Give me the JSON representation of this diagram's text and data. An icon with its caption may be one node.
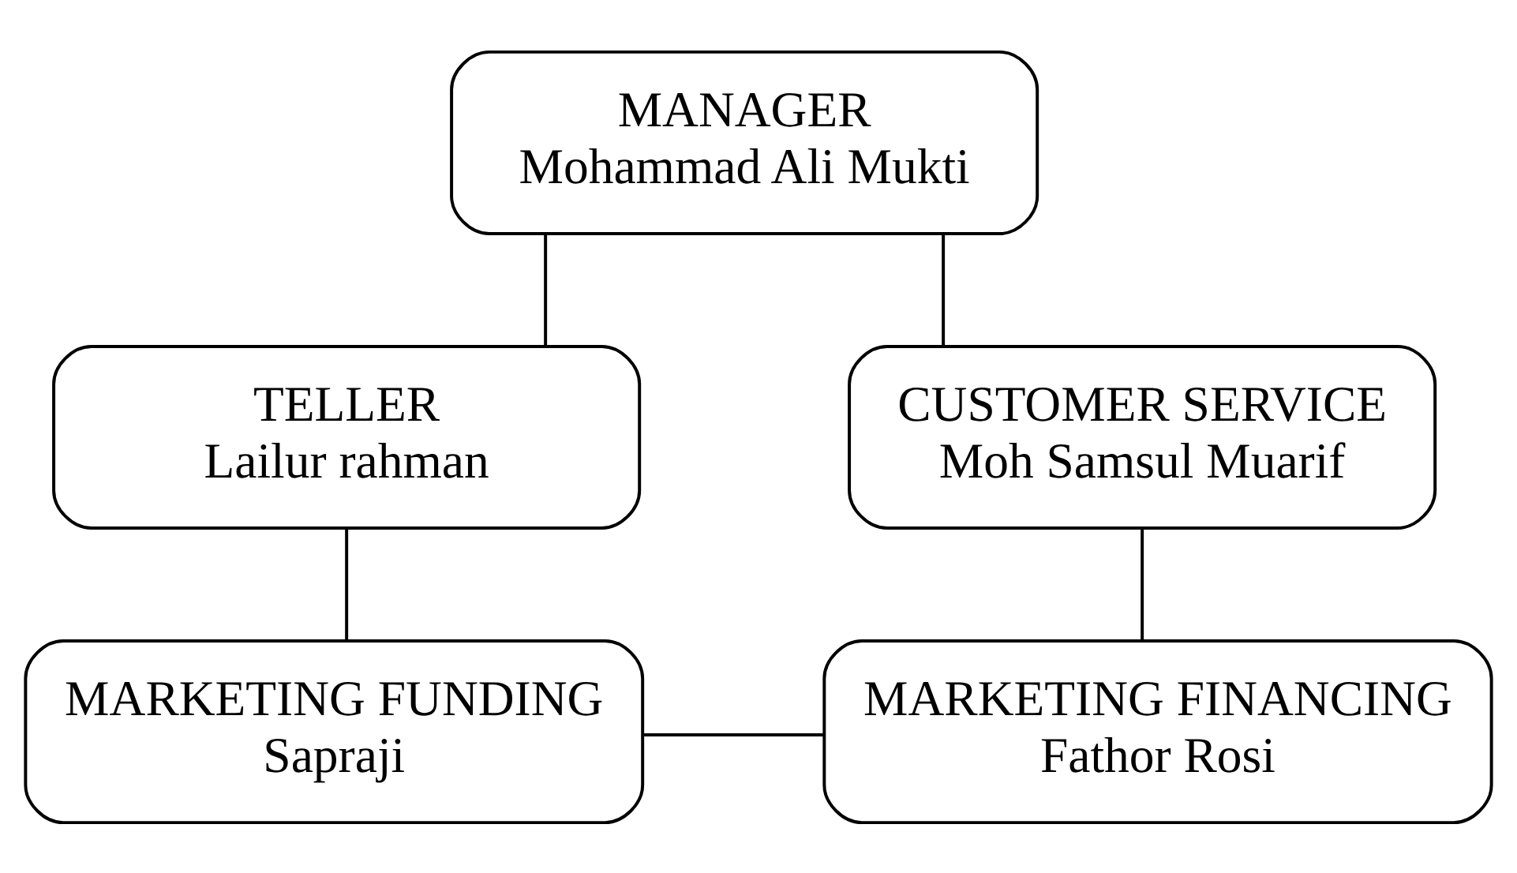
{
  "diagram": {
    "nodes": [
      {
        "text": [
          "MANAGER Mohammad Ali Mukti"
        ]
      },
      {
        "text": [
          "TELLER Lailur rahman"
        ]
      },
      {
        "text": [
          "CUSTOMER SERVICE Moh Samsul Muarif"
        ]
      },
      {
        "text": [
          "MARKETING FUNDING Sapraji"
        ]
      },
      {
        "text": [
          "MARKETING FINANCING Fathor Rosi"
        ]
      }
    ],
    "edges": [
      {
        "from": 0,
        "to": 1,
        "arrow": "none"
      },
      {
        "from": 0,
        "to": 2,
        "arrow": "none"
      },
      {
        "from": 1,
        "to": 3,
        "arrow": "none"
      },
      {
        "from": 2,
        "to": 4,
        "arrow": "none"
      },
      {
        "from": 3,
        "to": 4,
        "arrow": "none"
      }
    ]
  }
}
